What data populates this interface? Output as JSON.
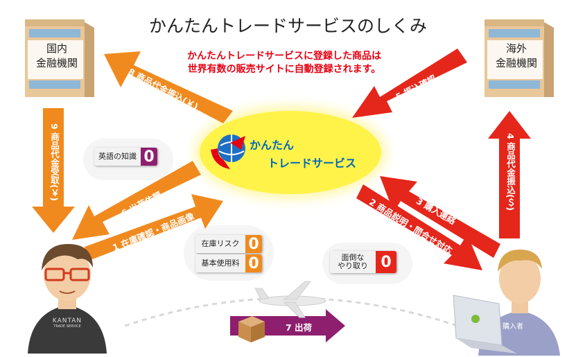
{
  "title": "かんたんトレードサービスのしくみ",
  "notice": {
    "line1": "かんたんトレードサービスに登録した商品は",
    "line2": "世界有数の販売サイトに自動登録されます。"
  },
  "banks": {
    "domestic": {
      "line1": "国内",
      "line2": "金融機関"
    },
    "overseas": {
      "line1": "海外",
      "line2": "金融機関"
    }
  },
  "logo": {
    "line1": "かんたん",
    "line2": "トレードサービス"
  },
  "arrows": {
    "a1": "1 在庫確認・商品画像",
    "a2": "2 商品説明・問合せ対応",
    "a3": "3 購入連絡",
    "a4": "4 商品代金振込(＄)",
    "a5": "5 振込確認",
    "a6": "6 出荷依頼",
    "a7": "7 出荷",
    "a8": "8 商品代金振込(￥)",
    "a9": "9 商品代金受取(￥)"
  },
  "badges": {
    "english": {
      "label": "英語の知識",
      "value": "0"
    },
    "stock_risk": {
      "label": "在庫リスク",
      "value": "0"
    },
    "basic_fee": {
      "label": "基本使用料",
      "value": "0"
    },
    "troublesome": {
      "label1": "面倒な",
      "label2": "やり取り",
      "value": "0"
    }
  },
  "seller_shirt": {
    "line1": "KANTAN",
    "line2": "TRADE SERVICE"
  },
  "buyer_shirt": "購入者",
  "colors": {
    "orange": "#f08a1e",
    "red": "#e5261b",
    "purple": "#8e1f6e",
    "yellow": "#fff34a",
    "logo_blue": "#0068b7"
  }
}
